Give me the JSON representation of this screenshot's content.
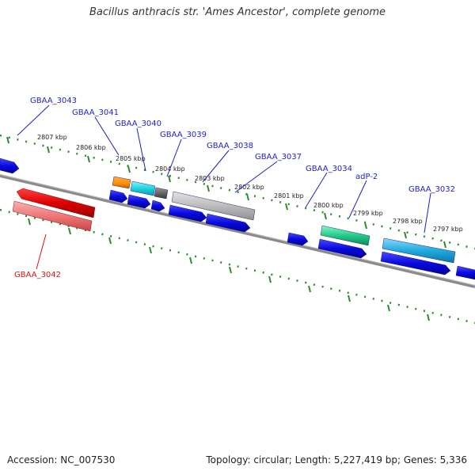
{
  "title": "Bacillus anthracis str. 'Ames Ancestor', complete genome",
  "footer": {
    "accession": "Accession: NC_007530",
    "summary": "Topology: circular; Length: 5,227,419 bp; Genes: 5,336"
  },
  "colors": {
    "backbone": "#888888",
    "tick_ring": "#2e8b2e",
    "label_blue": "#1e1ec8",
    "label_red": "#dd1111"
  },
  "kbp_labels": [
    "2807 kbp",
    "2806 kbp",
    "2805 kbp",
    "2804 kbp",
    "2803 kbp",
    "2802 kbp",
    "2801 kbp",
    "2800 kbp",
    "2799 kbp",
    "2798 kbp",
    "2797 kbp"
  ],
  "gene_labels": [
    {
      "text": "GBAA_3043",
      "color": "blue"
    },
    {
      "text": "GBAA_3041",
      "color": "blue"
    },
    {
      "text": "GBAA_3040",
      "color": "blue"
    },
    {
      "text": "GBAA_3039",
      "color": "blue"
    },
    {
      "text": "GBAA_3038",
      "color": "blue"
    },
    {
      "text": "GBAA_3037",
      "color": "blue"
    },
    {
      "text": "GBAA_3034",
      "color": "blue"
    },
    {
      "text": "adP-2",
      "color": "blue"
    },
    {
      "text": "GBAA_3032",
      "color": "blue"
    },
    {
      "text": "GBAA_3042",
      "color": "red"
    }
  ],
  "feature_colors": {
    "cds": "#1010e0",
    "gbaa_3042_top": "#e01515",
    "gbaa_3042_bottom": "#f08a8a",
    "gbaa_3041": "#ff8c00",
    "gbaa_3040": "#20d4e0",
    "gbaa_3039": "#6e6e6e",
    "gbaa_3038": "#bcbcbc",
    "gbaa_3034": "#22cc88",
    "gbaa_3032": "#20aadd"
  }
}
